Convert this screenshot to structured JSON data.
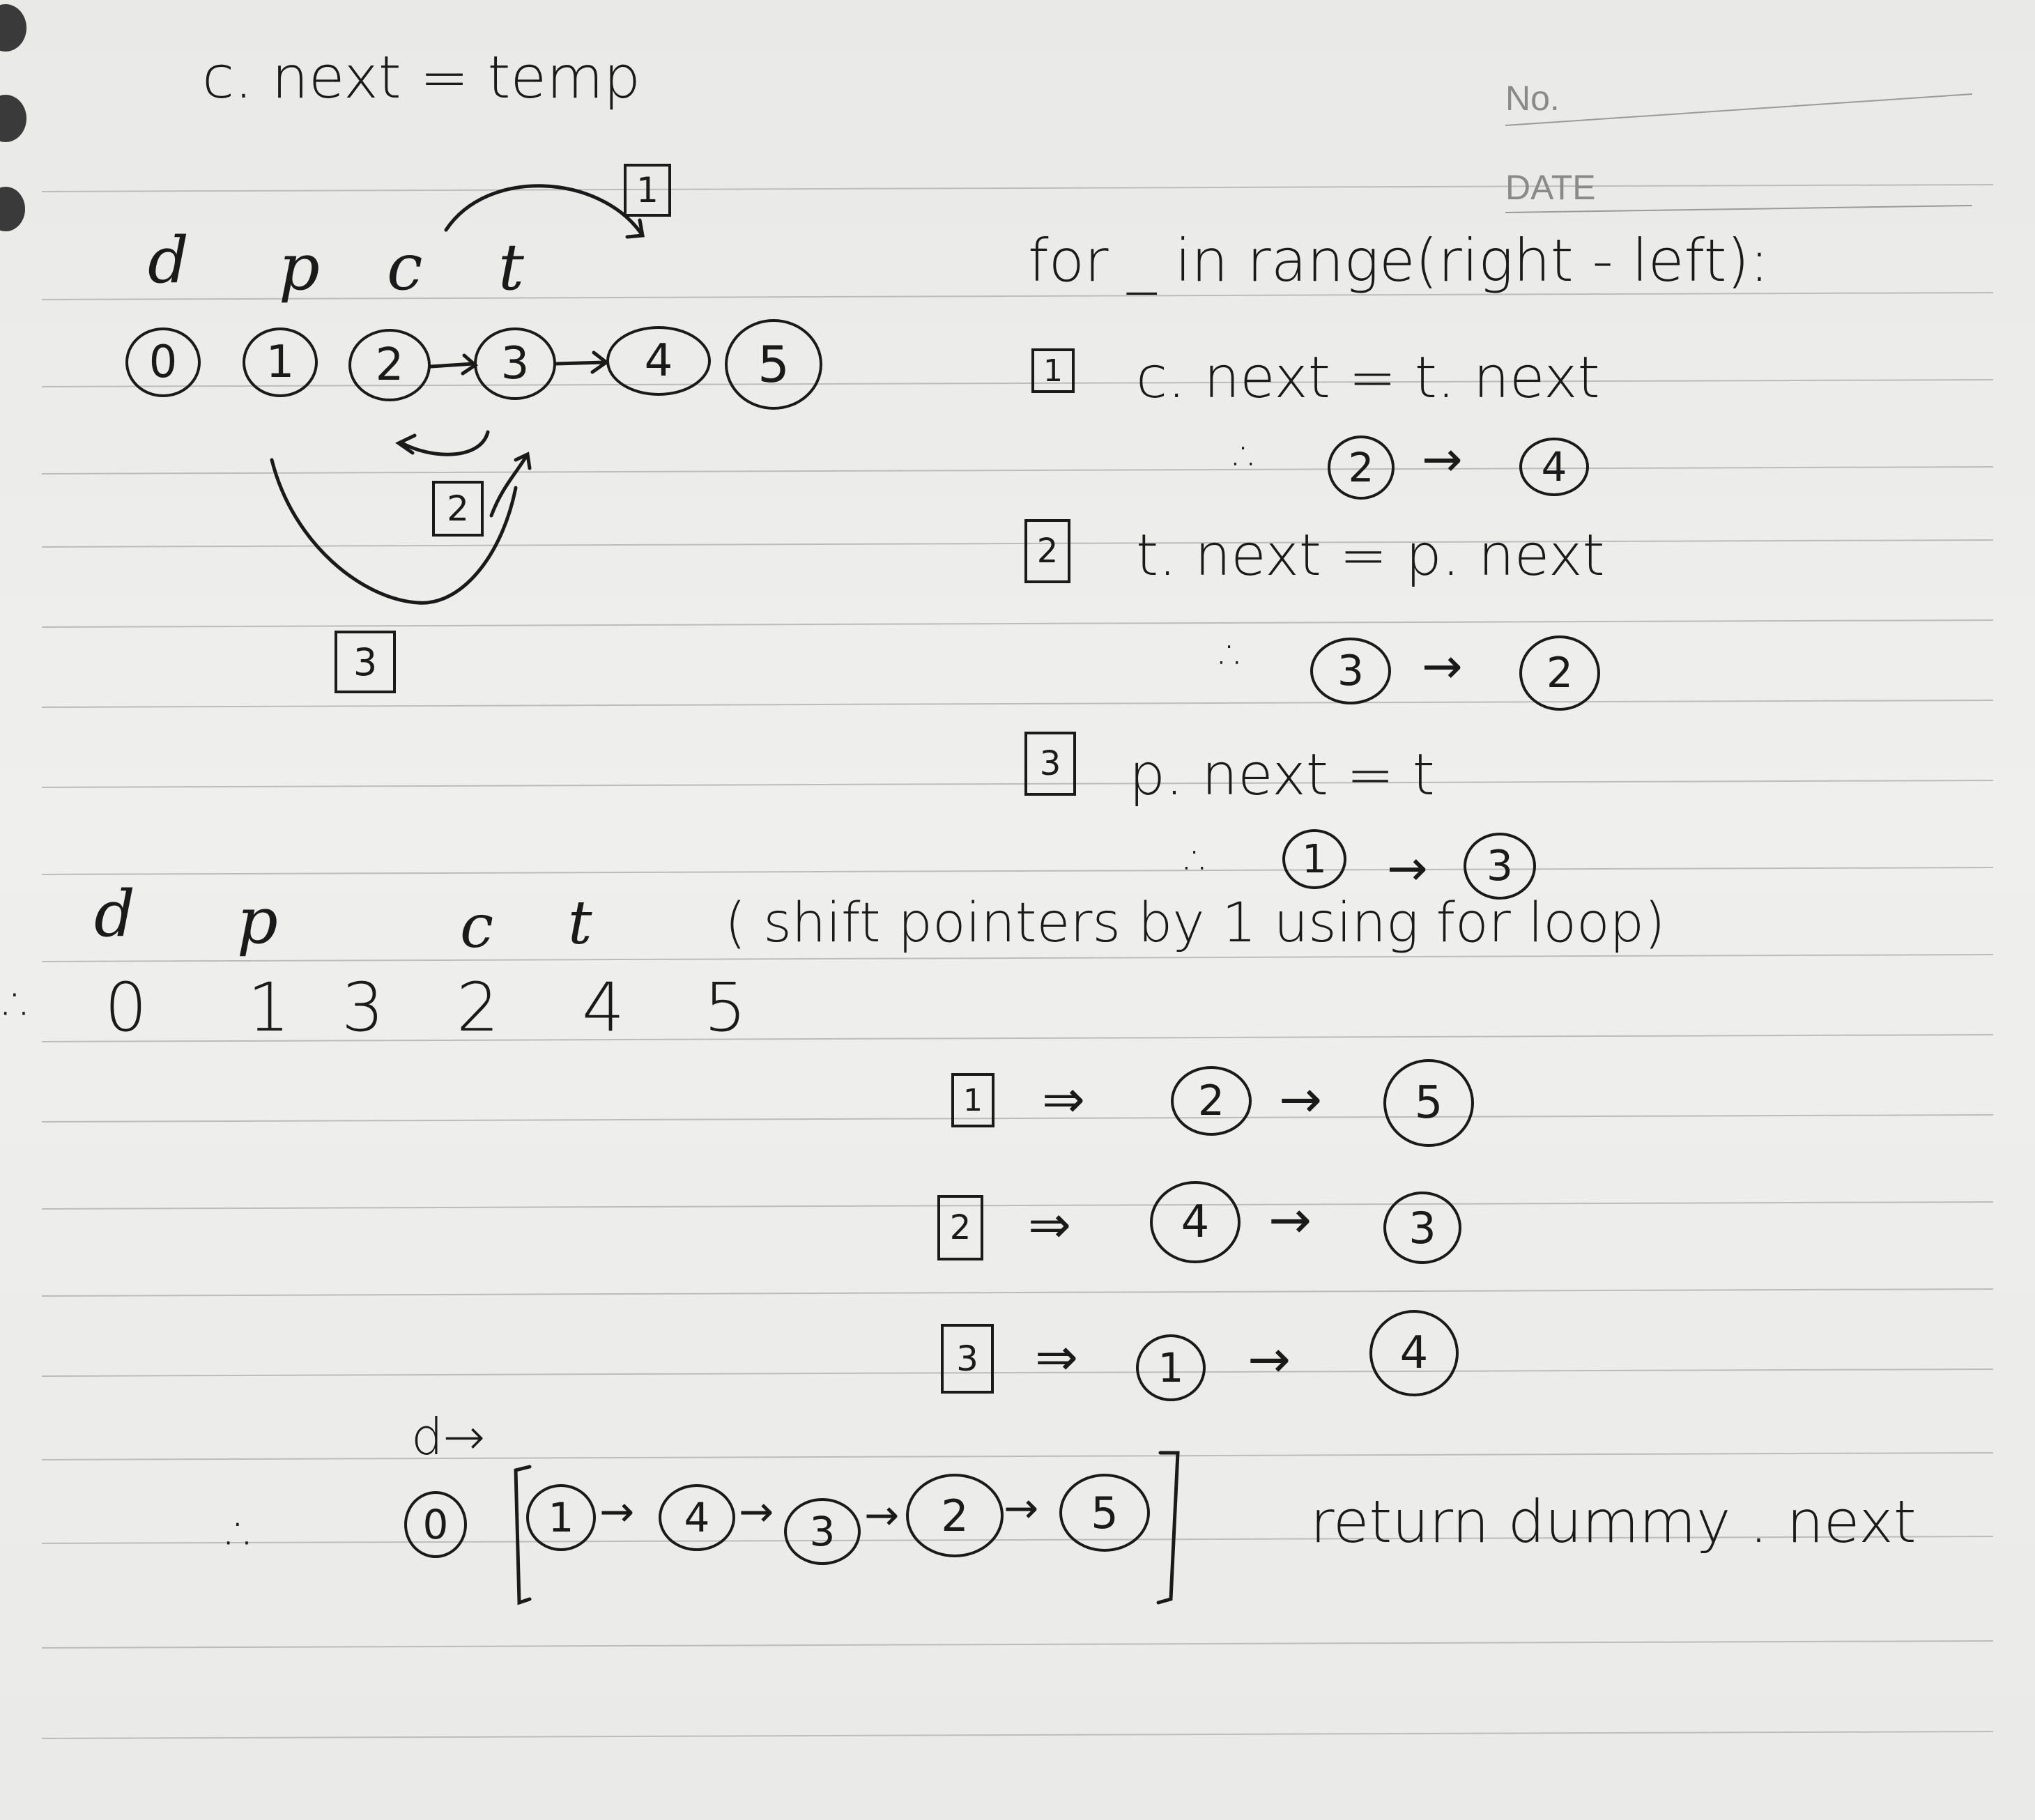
{
  "printed": {
    "no_label": "No.",
    "date_label": "DATE"
  },
  "top_line": "c. next = temp",
  "diagram": {
    "pointer_labels": [
      "d",
      "p",
      "c",
      "t"
    ],
    "nodes": [
      "0",
      "1",
      "2",
      "3",
      "4",
      "5"
    ],
    "step_boxes": [
      "1",
      "2",
      "3"
    ]
  },
  "loop_header": "for _ in range(right - left):",
  "steps": [
    {
      "box": "1",
      "code": "c. next = t. next",
      "result_prefix": "∴",
      "from": "2",
      "to": "4"
    },
    {
      "box": "2",
      "code": "t. next = p. next",
      "result_prefix": "∴",
      "from": "3",
      "to": "2"
    },
    {
      "box": "3",
      "code": "p. next = t",
      "result_prefix": "∴",
      "from": "1",
      "to": "3"
    }
  ],
  "shifted": {
    "pointer_labels": [
      "d",
      "p",
      "c",
      "t"
    ],
    "note": "( shift pointers by 1 using for loop)",
    "prefix": "∴",
    "values": [
      "0",
      "1",
      "3",
      "2",
      "4",
      "5"
    ]
  },
  "second_pass": [
    {
      "box": "1",
      "implies": "⇒",
      "from": "2",
      "to": "5"
    },
    {
      "box": "2",
      "implies": "⇒",
      "from": "4",
      "to": "3"
    },
    {
      "box": "3",
      "implies": "⇒",
      "from": "1",
      "to": "4"
    }
  ],
  "final": {
    "prefix": "∴",
    "dummy_label": "d→",
    "head": "0",
    "list": [
      "1",
      "4",
      "3",
      "2",
      "5"
    ],
    "return_text": "return dummy . next"
  }
}
